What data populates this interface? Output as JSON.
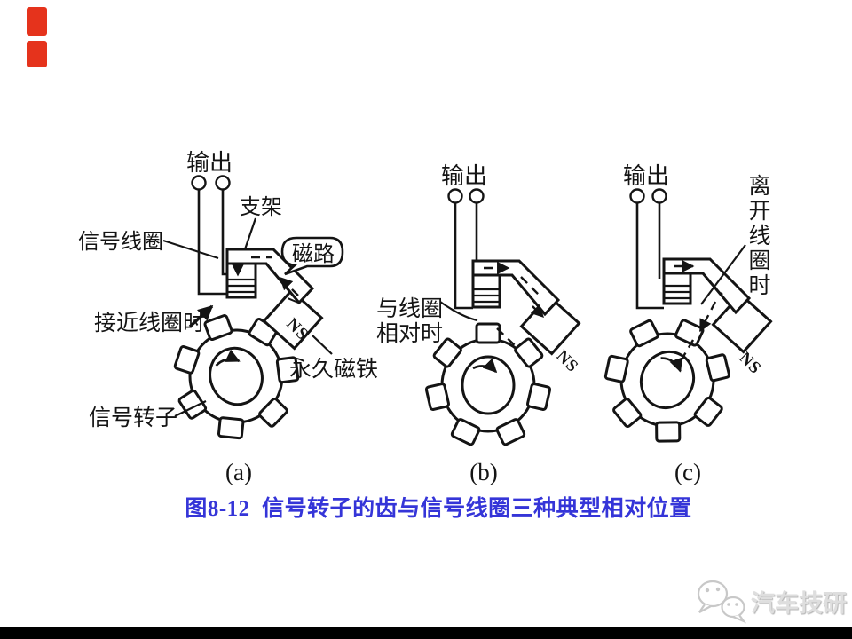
{
  "slide": {
    "caption": {
      "text": "图8-12  信号转子的齿与信号线圈三种典型相对位置",
      "color": "#3535d8"
    },
    "watermark": {
      "text": "汽车技研",
      "logo": "wechat-bubbles-icon",
      "color": "#dedede"
    },
    "decor": {
      "red_marks_color": "#e5331c",
      "bottom_bar_color": "#000000",
      "ink_color": "#141414"
    }
  },
  "diagrams": {
    "a": {
      "output": "输出",
      "bracket": "支架",
      "magnetic_circuit": "磁路",
      "signal_coil": "信号线圈",
      "approaching_coil": "接近线圈时",
      "permanent_magnet": "永久磁铁",
      "signal_rotor": "信号转子",
      "magnet_poles": "NS",
      "sub_label": "(a)"
    },
    "b": {
      "output": "输出",
      "facing_coil_line1": "与线圈",
      "facing_coil_line2": "相对时",
      "magnet_poles": "NS",
      "sub_label": "(b)"
    },
    "c": {
      "output": "输出",
      "leaving_coil_chars": [
        "离",
        "开",
        "线",
        "圈",
        "时"
      ],
      "magnet_poles": "NS",
      "sub_label": "(c)"
    }
  }
}
